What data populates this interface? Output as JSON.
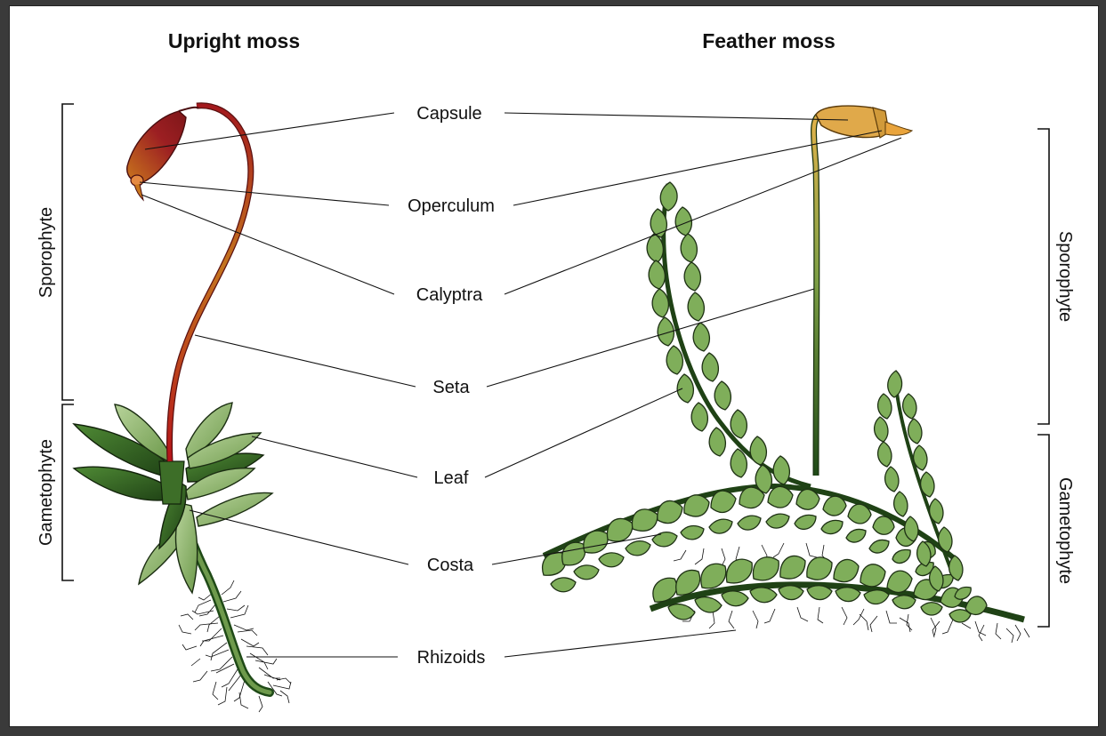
{
  "titles": {
    "left": "Upright moss",
    "right": "Feather moss"
  },
  "labels": {
    "capsule": "Capsule",
    "operculum": "Operculum",
    "calyptra": "Calyptra",
    "seta": "Seta",
    "leaf": "Leaf",
    "costa": "Costa",
    "rhizoids": "Rhizoids"
  },
  "brackets": {
    "left_sporophyte": "Sporophyte",
    "left_gametophyte": "Gametophyte",
    "right_sporophyte": "Sporophyte",
    "right_gametophyte": "Gametophyte"
  },
  "colors": {
    "capsule_red": "#a8262a",
    "capsule_gold": "#e0a94a",
    "leaf_green": "#7fae5a",
    "dark_green": "#2d5a1e"
  }
}
